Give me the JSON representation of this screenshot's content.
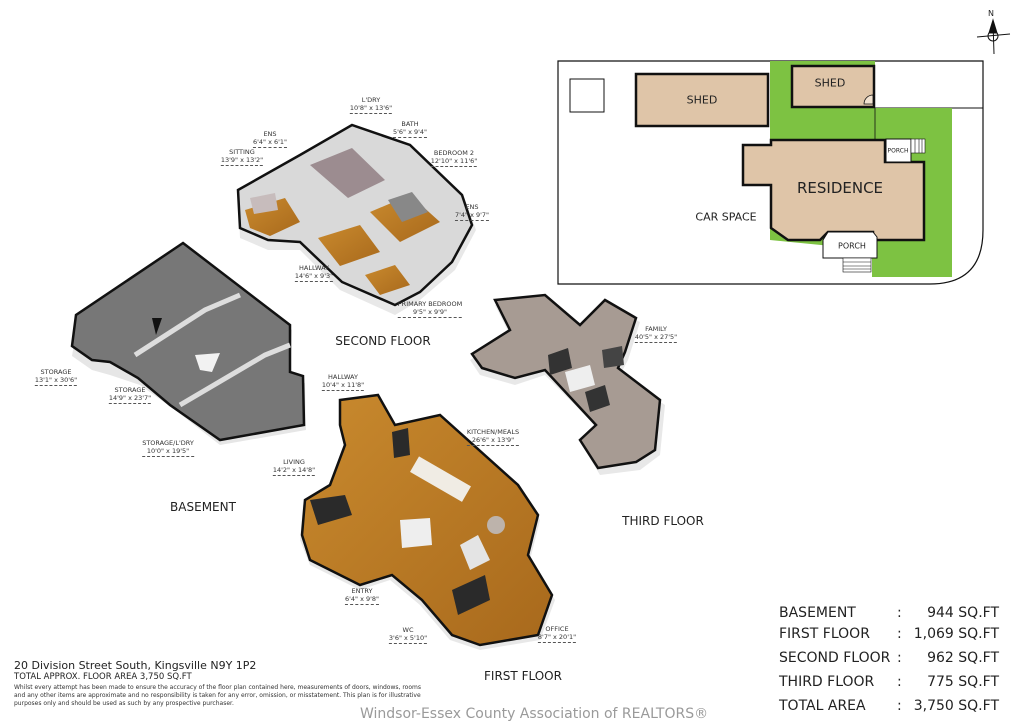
{
  "site_plan": {
    "labels": {
      "shed_1": "SHED",
      "shed_2": "SHED",
      "residence": "RESIDENCE",
      "car_space": "CAR SPACE",
      "porch_side": "PORCH",
      "porch_front": "PORCH"
    },
    "compass": "N",
    "colors": {
      "building": "#dfc5a8",
      "lawn": "#7dc242",
      "outline": "#111111"
    }
  },
  "floors": {
    "basement": {
      "title": "BASEMENT",
      "rooms": [
        {
          "name": "STORAGE",
          "dims": "13'1\" x 30'6\""
        },
        {
          "name": "STORAGE",
          "dims": "14'9\" x 23'7\""
        },
        {
          "name": "STORAGE/L'DRY",
          "dims": "10'0\" x 19'5\""
        }
      ]
    },
    "first": {
      "title": "FIRST FLOOR",
      "rooms": [
        {
          "name": "HALLWAY",
          "dims": "10'4\" x 11'8\""
        },
        {
          "name": "KITCHEN/MEALS",
          "dims": "26'6\" x 13'9\""
        },
        {
          "name": "LIVING",
          "dims": "14'2\" x 14'8\""
        },
        {
          "name": "ENTRY",
          "dims": "6'4\" x 9'8\""
        },
        {
          "name": "WC",
          "dims": "3'6\" x 5'10\""
        },
        {
          "name": "OFFICE",
          "dims": "8'7\" x 20'1\""
        }
      ]
    },
    "second": {
      "title": "SECOND FLOOR",
      "rooms": [
        {
          "name": "L'DRY",
          "dims": "10'8\" x 13'6\""
        },
        {
          "name": "BATH",
          "dims": "5'6\" x 9'4\""
        },
        {
          "name": "ENS",
          "dims": "6'4\" x 6'1\""
        },
        {
          "name": "SITTING",
          "dims": "13'9\" x 13'2\""
        },
        {
          "name": "BEDROOM 2",
          "dims": "12'10\" x 11'6\""
        },
        {
          "name": "ENS",
          "dims": "7'4\" x 9'7\""
        },
        {
          "name": "HALLWAY",
          "dims": "14'6\" x 9'3\""
        },
        {
          "name": "PRIMARY BEDROOM",
          "dims": "9'5\" x 9'9\""
        }
      ]
    },
    "third": {
      "title": "THIRD FLOOR",
      "rooms": [
        {
          "name": "FAMILY",
          "dims": "40'5\" x 27'5\""
        }
      ]
    }
  },
  "area_table": [
    {
      "label": "BASEMENT",
      "sep": ":",
      "value": "944 SQ.FT"
    },
    {
      "label": "FIRST FLOOR",
      "sep": ":",
      "value": "1,069 SQ.FT"
    },
    {
      "label": "SECOND FLOOR",
      "sep": ":",
      "value": "962 SQ.FT"
    },
    {
      "label": "THIRD FLOOR",
      "sep": ":",
      "value": "775 SQ.FT"
    },
    {
      "label": "TOTAL AREA",
      "sep": ":",
      "value": "3,750 SQ.FT"
    }
  ],
  "footer": {
    "address": "20 Division Street South, Kingsville N9Y 1P2",
    "total": "TOTAL APPROX. FLOOR AREA 3,750 SQ.FT",
    "disclaimer": "Whilst every attempt has been made to ensure the accuracy of the floor plan contained here, measurements of doors, windows, rooms and any other items are approximate and no responsibility is taken for any error, omission, or misstatement. This plan is for illustrative purposes only and should be used as such by any prospective purchaser.",
    "watermark": "Windsor-Essex County Association of REALTORS®"
  }
}
